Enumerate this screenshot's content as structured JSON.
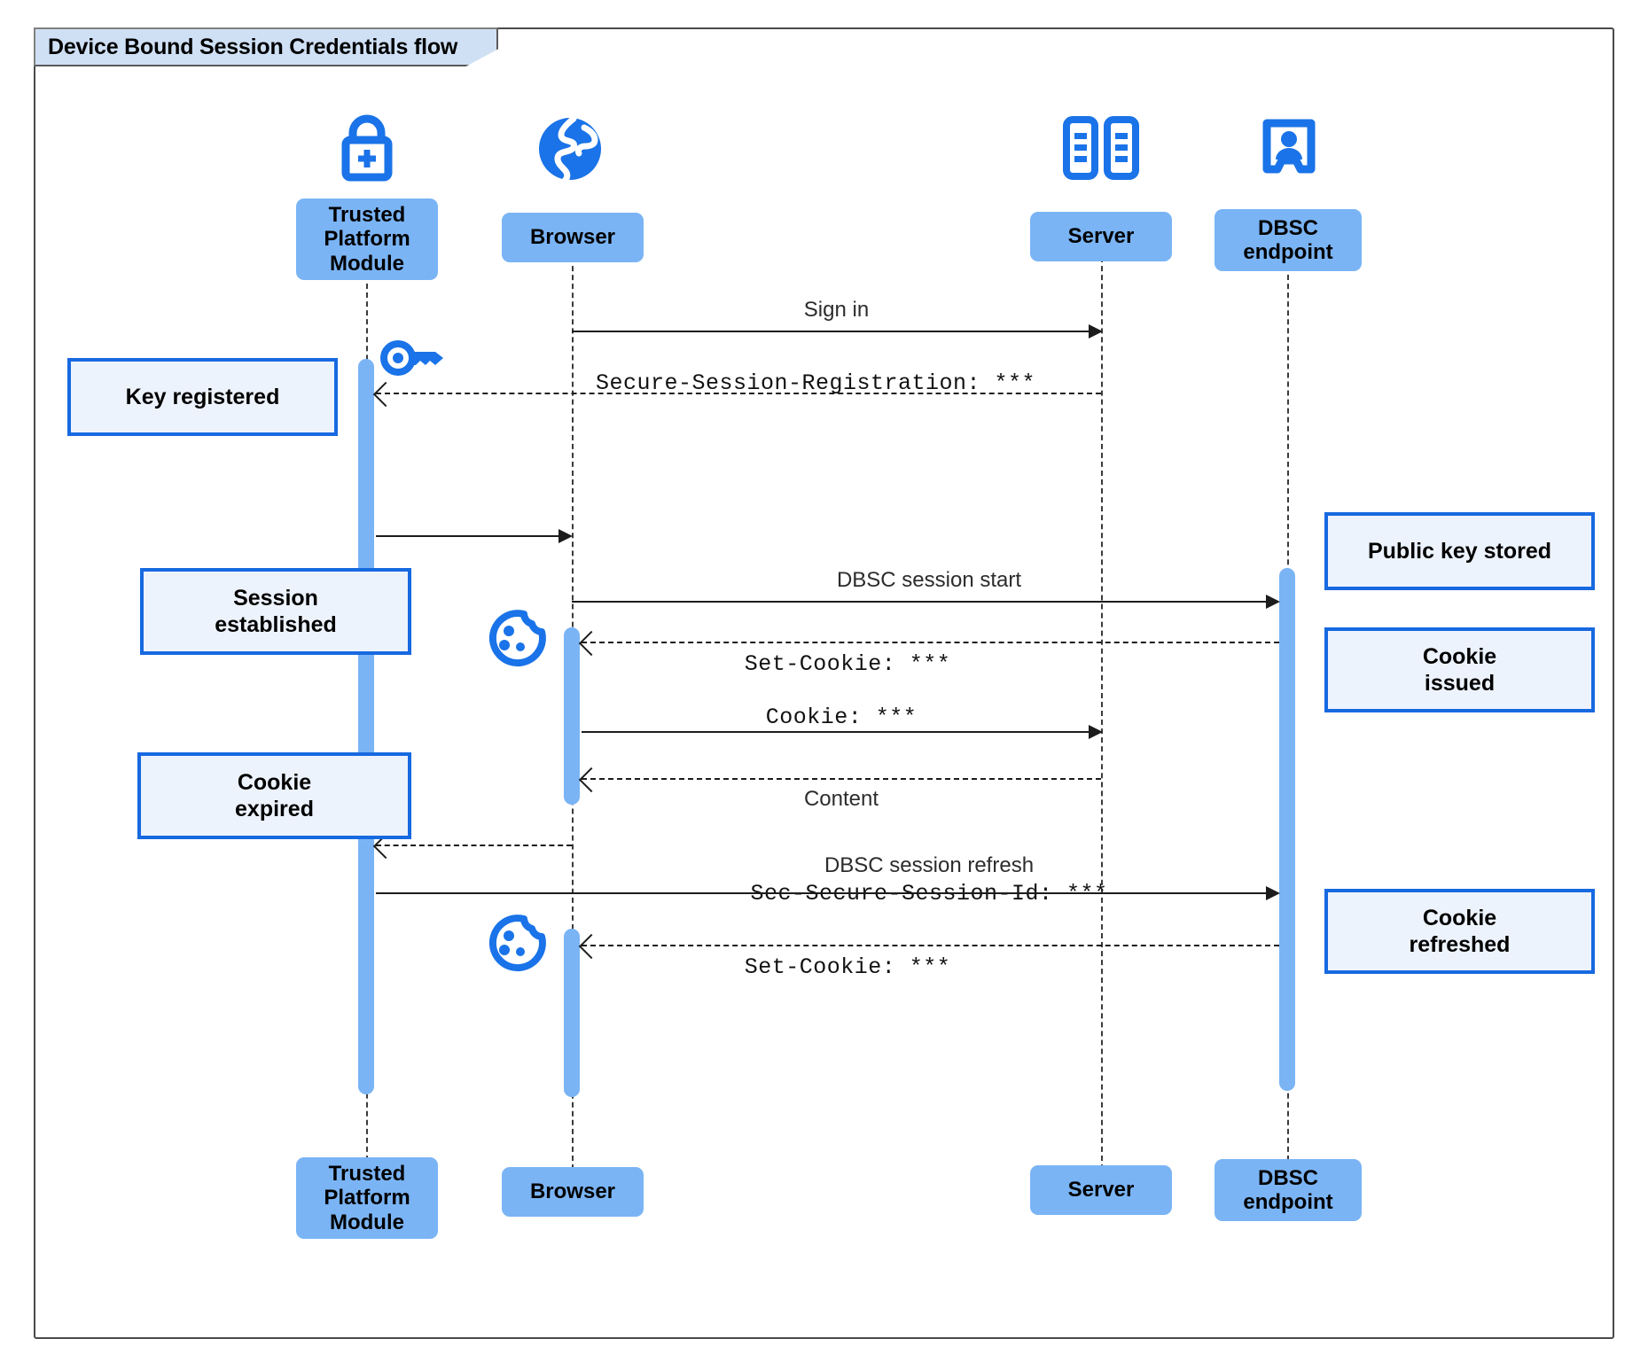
{
  "diagram": {
    "title": "Device Bound Session Credentials flow",
    "type": "uml-sequence",
    "colors": {
      "participant_fill": "#7ab4f5",
      "note_fill": "#edf3fd",
      "note_border": "#1769e0",
      "icon_blue": "#1a73e8",
      "title_fill": "#cfe0f5",
      "line": "#1c1c1c"
    }
  },
  "participants": [
    {
      "id": "tpm",
      "label": "Trusted\nPlatform\nModule",
      "icon": "lock-plus-icon"
    },
    {
      "id": "browser",
      "label": "Browser",
      "icon": "globe-icon"
    },
    {
      "id": "server",
      "label": "Server",
      "icon": "server-rack-icon"
    },
    {
      "id": "dbsc",
      "label": "DBSC\nendpoint",
      "icon": "id-badge-icon"
    }
  ],
  "participants_bottom": [
    {
      "id": "tpm",
      "label": "Trusted\nPlatform\nModule"
    },
    {
      "id": "browser",
      "label": "Browser"
    },
    {
      "id": "server",
      "label": "Server"
    },
    {
      "id": "dbsc",
      "label": "DBSC\nendpoint"
    }
  ],
  "messages": [
    {
      "id": "m1",
      "text": "Sign in",
      "style": "sans",
      "from": "browser",
      "to": "server",
      "line": "solid"
    },
    {
      "id": "m2",
      "text": "Secure-Session-Registration: ***",
      "style": "mono",
      "from": "server",
      "to": "browser",
      "line": "dashed"
    },
    {
      "id": "m3",
      "text": "",
      "style": "sans",
      "from": "tpm",
      "to": "browser",
      "line": "solid"
    },
    {
      "id": "m4",
      "text": "DBSC session start",
      "style": "sans",
      "from": "browser",
      "to": "dbsc",
      "line": "solid"
    },
    {
      "id": "m5",
      "text": "Set-Cookie: ***",
      "style": "mono",
      "from": "dbsc",
      "to": "browser",
      "line": "dashed"
    },
    {
      "id": "m6",
      "text": "Cookie: ***",
      "style": "mono",
      "from": "browser",
      "to": "server",
      "line": "solid"
    },
    {
      "id": "m7",
      "text": "Content",
      "style": "sans",
      "from": "server",
      "to": "browser",
      "line": "dashed"
    },
    {
      "id": "m8",
      "text": "",
      "style": "sans",
      "from": "browser",
      "to": "tpm",
      "line": "dashed"
    },
    {
      "id": "m9a",
      "text": "DBSC session refresh",
      "style": "sans"
    },
    {
      "id": "m9b",
      "text": "Sec-Secure-Session-Id: ***",
      "style": "mono",
      "from": "tpm",
      "to": "dbsc",
      "line": "solid"
    },
    {
      "id": "m10",
      "text": "Set-Cookie: ***",
      "style": "mono",
      "from": "dbsc",
      "to": "browser",
      "line": "dashed"
    }
  ],
  "notes_left": [
    {
      "id": "n1",
      "text": "Key registered"
    },
    {
      "id": "n2",
      "text": "Session\nestablished"
    },
    {
      "id": "n3",
      "text": "Cookie\nexpired"
    }
  ],
  "notes_right": [
    {
      "id": "n4",
      "text": "Public key stored"
    },
    {
      "id": "n5",
      "text": "Cookie\nissued"
    },
    {
      "id": "n6",
      "text": "Cookie\nrefreshed"
    }
  ],
  "inline_icons": [
    {
      "id": "i1",
      "name": "key-icon"
    },
    {
      "id": "i2",
      "name": "cookie-icon"
    },
    {
      "id": "i3",
      "name": "cookie-icon"
    }
  ]
}
